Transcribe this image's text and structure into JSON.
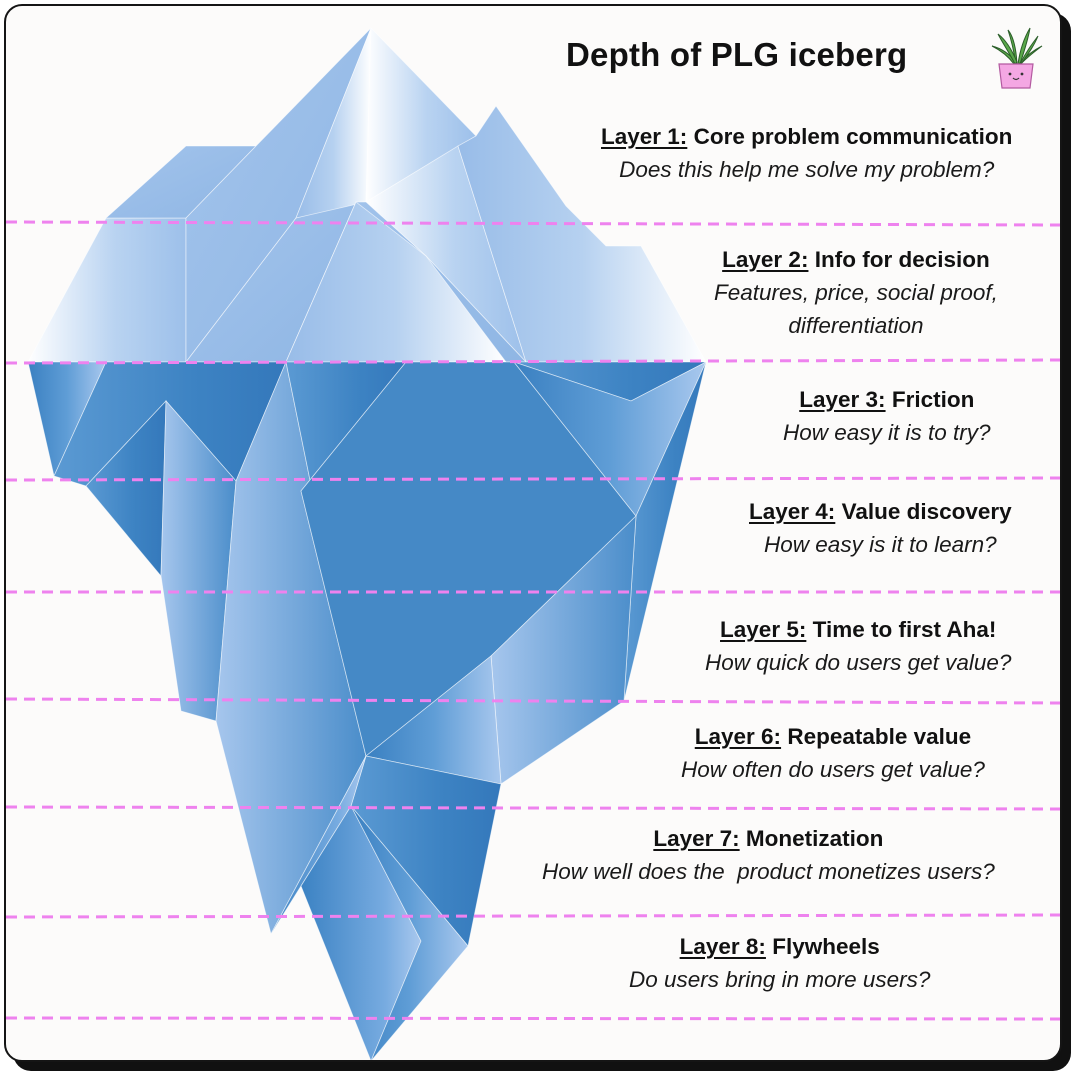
{
  "title": "Depth of PLG iceberg",
  "icons": {
    "plant": "potted-plant-icon",
    "iceberg": "iceberg-illustration"
  },
  "colors": {
    "divider": "#ee82ee",
    "ice_light": "#a9c8ee",
    "ice_deep": "#3f86c4",
    "title": "#111111"
  },
  "layers": [
    {
      "num": "Layer 1:",
      "name": "Core problem communication",
      "question": [
        "Does this help me solve my problem?"
      ]
    },
    {
      "num": "Layer 2:",
      "name": "Info for decision",
      "question": [
        "Features, price, social proof,",
        "differentiation"
      ]
    },
    {
      "num": "Layer 3:",
      "name": "Friction",
      "question": [
        "How easy it is to try?"
      ]
    },
    {
      "num": "Layer 4:",
      "name": "Value discovery",
      "question": [
        "How easy is it to learn?"
      ]
    },
    {
      "num": "Layer 5:",
      "name": "Time to first Aha!",
      "question": [
        "How quick do users get value?"
      ]
    },
    {
      "num": "Layer 6:",
      "name": "Repeatable value",
      "question": [
        "How often do users get value?"
      ]
    },
    {
      "num": "Layer 7:",
      "name": "Monetization",
      "question": [
        "How well does the  product monetizes users?"
      ]
    },
    {
      "num": "Layer 8:",
      "name": "Flywheels",
      "question": [
        "Do users bring in more users?"
      ]
    }
  ]
}
